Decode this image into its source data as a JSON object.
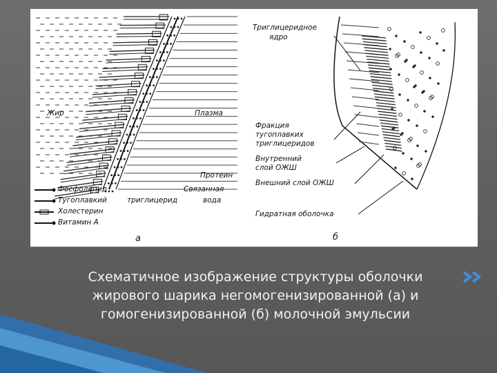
{
  "figure": {
    "panel_a": {
      "letter": "а",
      "labels": {
        "fat": "Жир",
        "plasma": "Плазма",
        "protein": "Протеин",
        "phospholipid": "Фосфолипид",
        "bound_water": "Связанная",
        "bound_water_2": "вода",
        "high_melting": "Тугоплавкий",
        "triglyceride": "триглицерид",
        "cholesterol": "Холестерин",
        "vitamin_a": "Витамин А"
      }
    },
    "panel_b": {
      "letter": "б",
      "labels": {
        "core_1": "Триглицеридное",
        "core_2": "ядро",
        "fraction_1": "Фракция",
        "fraction_2": "тугоплавких",
        "fraction_3": "триглицеридов",
        "inner_1": "Внутренний",
        "inner_2": "слой ОЖШ",
        "outer": "Внешний слой ОЖШ",
        "hydrate": "Гидратная оболочка"
      }
    }
  },
  "caption": {
    "line1": "Схематичное изображение структуры оболочки",
    "line2": "жирового шарика негомогенизированной (а) и",
    "line3": "гомогенизированной (б) молочной эмульсии"
  },
  "colors": {
    "background": "#5f5f5f",
    "caption_text": "#f2f2f2",
    "accent": "#2f7fc4"
  },
  "icons": {
    "bullet": "double-chevron-right-icon"
  }
}
